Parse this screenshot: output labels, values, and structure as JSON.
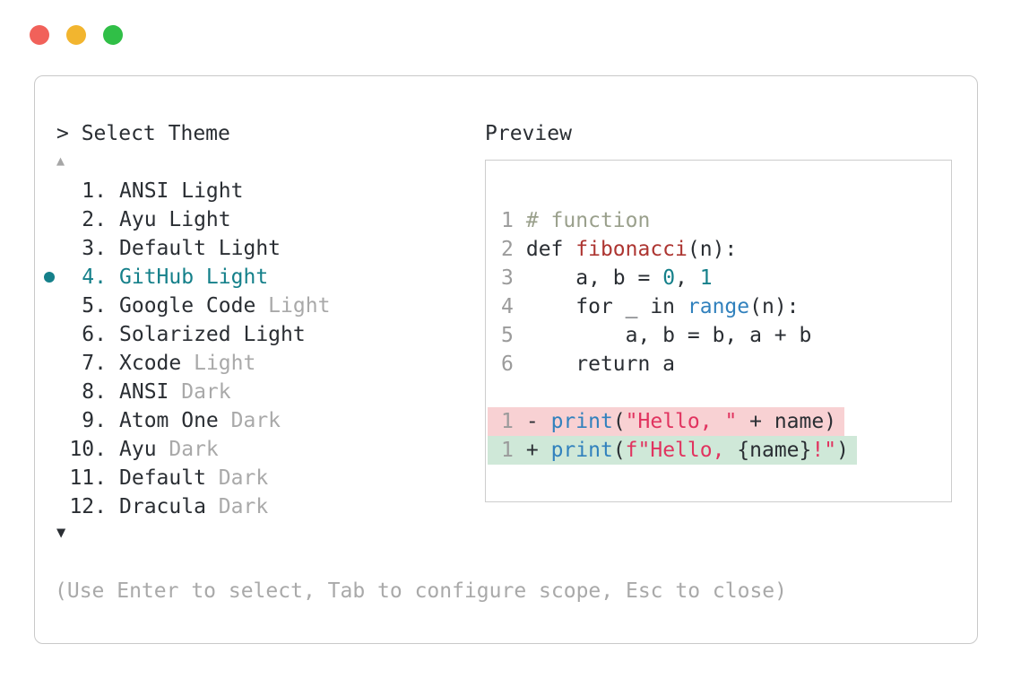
{
  "window": {
    "controls": [
      {
        "name": "close",
        "color": "#f1615a"
      },
      {
        "name": "minimize",
        "color": "#f2b52f"
      },
      {
        "name": "maximize",
        "color": "#30bf47"
      }
    ]
  },
  "theme_picker": {
    "prompt": "> Select Theme",
    "scroll_up": "▲",
    "scroll_down": "▼",
    "items": [
      {
        "number": "1.",
        "name": "ANSI Light",
        "muted_suffix": "",
        "selected": false
      },
      {
        "number": "2.",
        "name": "Ayu Light",
        "muted_suffix": "",
        "selected": false
      },
      {
        "number": "3.",
        "name": "Default Light",
        "muted_suffix": "",
        "selected": false
      },
      {
        "number": "4.",
        "name": "GitHub Light",
        "muted_suffix": "",
        "selected": true
      },
      {
        "number": "5.",
        "name": "Google Code",
        "muted_suffix": " Light",
        "selected": false
      },
      {
        "number": "6.",
        "name": "Solarized Light",
        "muted_suffix": "",
        "selected": false
      },
      {
        "number": "7.",
        "name": "Xcode",
        "muted_suffix": " Light",
        "selected": false
      },
      {
        "number": "8.",
        "name": "ANSI",
        "muted_suffix": " Dark",
        "selected": false
      },
      {
        "number": "9.",
        "name": "Atom One",
        "muted_suffix": " Dark",
        "selected": false
      },
      {
        "number": "10.",
        "name": "Ayu",
        "muted_suffix": " Dark",
        "selected": false
      },
      {
        "number": "11.",
        "name": "Default",
        "muted_suffix": " Dark",
        "selected": false
      },
      {
        "number": "12.",
        "name": "Dracula",
        "muted_suffix": " Dark",
        "selected": false
      }
    ],
    "hint": "(Use Enter to select, Tab to configure scope, Esc to close)"
  },
  "preview": {
    "title": "Preview",
    "code_lines": [
      {
        "num": "1",
        "tokens": [
          {
            "text": "# function",
            "color": "comment"
          }
        ]
      },
      {
        "num": "2",
        "tokens": [
          {
            "text": "def ",
            "color": "text"
          },
          {
            "text": "fibonacci",
            "color": "function"
          },
          {
            "text": "(n):",
            "color": "text"
          }
        ]
      },
      {
        "num": "3",
        "tokens": [
          {
            "text": "    a, b = ",
            "color": "text"
          },
          {
            "text": "0",
            "color": "number"
          },
          {
            "text": ", ",
            "color": "text"
          },
          {
            "text": "1",
            "color": "number"
          }
        ]
      },
      {
        "num": "4",
        "tokens": [
          {
            "text": "    for _ in ",
            "color": "text"
          },
          {
            "text": "range",
            "color": "builtin"
          },
          {
            "text": "(n):",
            "color": "text"
          }
        ]
      },
      {
        "num": "5",
        "tokens": [
          {
            "text": "        a, b = b, a + b",
            "color": "text"
          }
        ]
      },
      {
        "num": "6",
        "tokens": [
          {
            "text": "    return a",
            "color": "text"
          }
        ]
      }
    ],
    "diff_lines": [
      {
        "num": "1",
        "kind": "removed",
        "tokens": [
          {
            "text": "- ",
            "color": "text"
          },
          {
            "text": "print",
            "color": "builtin"
          },
          {
            "text": "(",
            "color": "text"
          },
          {
            "text": "\"Hello, \"",
            "color": "string"
          },
          {
            "text": " + name)",
            "color": "text"
          }
        ]
      },
      {
        "num": "1",
        "kind": "added",
        "tokens": [
          {
            "text": "+ ",
            "color": "text"
          },
          {
            "text": "print",
            "color": "builtin"
          },
          {
            "text": "(",
            "color": "text"
          },
          {
            "text": "f\"Hello, ",
            "color": "string"
          },
          {
            "text": "{name}",
            "color": "text"
          },
          {
            "text": "!\"",
            "color": "string"
          },
          {
            "text": ")",
            "color": "text"
          }
        ]
      }
    ]
  },
  "colors": {
    "text": "#2a2e33",
    "muted": "#a9a9a9",
    "line_number": "#9b9b9b",
    "accent_teal": "#15808a",
    "comment": "#9aa08c",
    "function": "#ad3531",
    "builtin": "#3181bd",
    "number": "#15808a",
    "string": "#e1335f",
    "removed_bg": "#f8d1d3",
    "added_bg": "#cfe8d8",
    "border": "#c9c9c9"
  }
}
